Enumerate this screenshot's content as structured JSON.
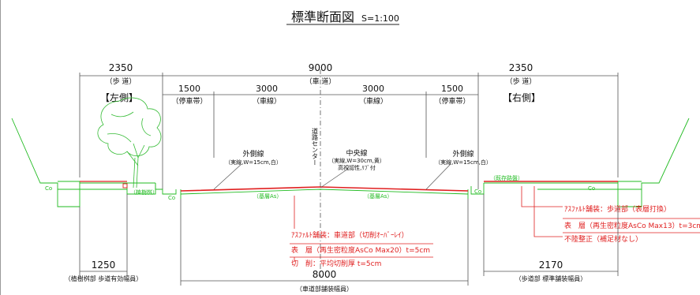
{
  "title": "標準断面図",
  "scale": "S=1:100",
  "sides": {
    "left": "【左側】",
    "right": "【右側】"
  },
  "top_dims": [
    {
      "value": "2350",
      "label": "（歩 道）"
    },
    {
      "value": "9000",
      "label": "（車 道）"
    },
    {
      "value": "2350",
      "label": "（歩 道）"
    }
  ],
  "lane_dims": [
    {
      "value": "1500",
      "label": "（停車帯）"
    },
    {
      "value": "3000",
      "label": "（車線）"
    },
    {
      "value": "3000",
      "label": "（車線）"
    },
    {
      "value": "1500",
      "label": "（停車帯）"
    }
  ],
  "center_label": "道路センター",
  "markings": {
    "left_outer": {
      "title": "外側線",
      "detail": "（実線,W=15cm,白）"
    },
    "center": {
      "title": "中央線",
      "detail": "（実線,W=30cm,黄）",
      "detail2": "高視認性,ﾘﾌﾞ付"
    },
    "right_outer": {
      "title": "外側線",
      "detail": "（実線,W=15cm,白）"
    }
  },
  "green_labels": {
    "co_left_outer": "Co",
    "planter": "（植樹桝）",
    "co_left_inner": "Co",
    "base_left": "（基層As）",
    "base_right": "（基層As）",
    "co_right_inner": "Co",
    "existing_pavement": "（既存路盤）",
    "co_right_outer": "Co"
  },
  "notes_left": {
    "heading": "ｱｽﾌｧﾙﾄ舗装：車道部（切削ｵｰﾊﾞｰﾚｲ）",
    "line1": "表　層（再生密粒度AsCo Max20）t=5cm",
    "line2": "切　削：平均切削厚 t=5cm"
  },
  "notes_right": {
    "heading": "ｱｽﾌｧﾙﾄ舗装：歩道部（表層打換）",
    "line1": "表　層（再生密粒度AsCo Max13）t=3cm",
    "line2": "不陸整正（補足材なし）"
  },
  "bottom_dims": {
    "left": {
      "value": "1250",
      "label": "（植樹桝部 歩道有効幅員）"
    },
    "center": {
      "value": "8000",
      "label": "（車道部舗装幅員）"
    },
    "right": {
      "value": "2170",
      "label": "（歩道部 標準舗装幅員）"
    }
  },
  "colors": {
    "green": "#22bb22",
    "red": "#e02020",
    "line": "#555555",
    "tree": "#33bb33"
  }
}
